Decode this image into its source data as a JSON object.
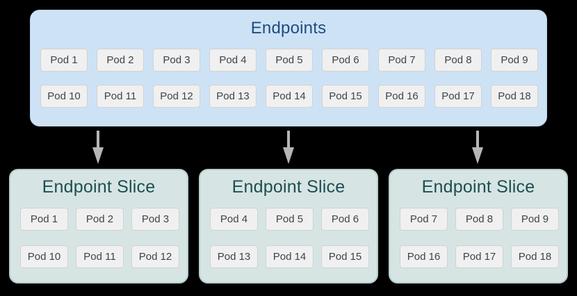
{
  "colors": {
    "endpoints_bg": "#cee2f5",
    "endpoints_border": "#b9d3ee",
    "endpoints_title": "#1d4e80",
    "slice_bg": "#d6e5e4",
    "slice_border": "#b7cecd",
    "slice_title": "#1e4e50",
    "pod_bg": "#f0f0f0",
    "pod_border": "#d0d2d4",
    "pod_text": "#3e4449",
    "arrow": "#b4b6b8",
    "background": "#000000"
  },
  "endpoints": {
    "title": "Endpoints",
    "pods": [
      "Pod 1",
      "Pod 2",
      "Pod 3",
      "Pod 4",
      "Pod 5",
      "Pod 6",
      "Pod 7",
      "Pod 8",
      "Pod 9",
      "Pod 10",
      "Pod 11",
      "Pod 12",
      "Pod 13",
      "Pod 14",
      "Pod 15",
      "Pod 16",
      "Pod 17",
      "Pod 18"
    ]
  },
  "slices": [
    {
      "title": "Endpoint Slice",
      "pods": [
        "Pod 1",
        "Pod 2",
        "Pod 3",
        "Pod 10",
        "Pod 11",
        "Pod 12"
      ]
    },
    {
      "title": "Endpoint Slice",
      "pods": [
        "Pod 4",
        "Pod 5",
        "Pod 6",
        "Pod 13",
        "Pod 14",
        "Pod 15"
      ]
    },
    {
      "title": "Endpoint Slice",
      "pods": [
        "Pod 7",
        "Pod 8",
        "Pod 9",
        "Pod 16",
        "Pod 17",
        "Pod 18"
      ]
    }
  ]
}
